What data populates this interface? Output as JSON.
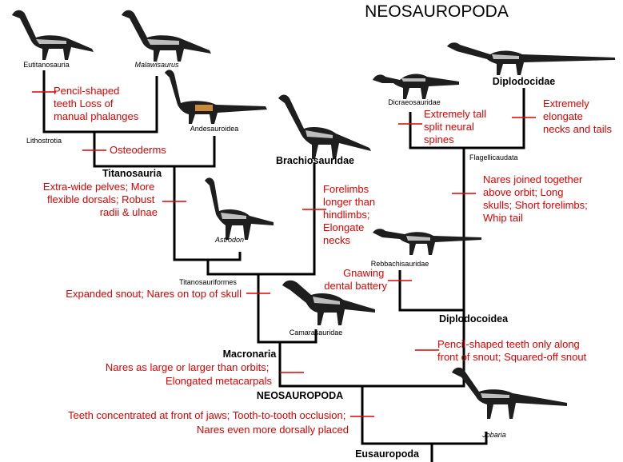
{
  "title": "NEOSAUROPODA",
  "taxa": {
    "eutitanosauria": "Eutitanosauria",
    "malawisaurus": "Malawisaurus",
    "andesauroidea": "Andesauroidea",
    "lithostrotia": "Lithostrotia",
    "titanosauria": "Titanosauria",
    "brachiosauridae": "Brachiosauridae",
    "astrodon": "Astrodon",
    "titanosauriformes": "Titanosauriformes",
    "camarasauridae": "Camarasauridae",
    "macronaria": "Macronaria",
    "neosauropoda": "NEOSAUROPODA",
    "eusauropoda": "Eusauropoda",
    "jobaria": "Jobaria",
    "dicraeosauridae": "Dicraeosauridae",
    "diplodocidae": "Diplodocidae",
    "flagellicaudata": "Flagellicaudata",
    "rebbachisauridae": "Rebbachisauridae",
    "diplodocoidea": "Diplodocoidea"
  },
  "notes": {
    "pencil_teeth": [
      "Pencil-shaped",
      "teeth Loss of",
      "manual phalanges"
    ],
    "osteoderms": [
      "Osteoderms"
    ],
    "titanosauria": [
      "Extra-wide pelves; More",
      "flexible dorsals; Robust",
      "radii & ulnae"
    ],
    "brachiosauridae": [
      "Forelimbs",
      "longer than",
      "hindlimbs;",
      "Elongate",
      "necks"
    ],
    "titanosauriformes": [
      "Expanded snout; Nares on top of skull"
    ],
    "macronaria": [
      "Nares as large or larger than orbits;",
      "Elongated metacarpals"
    ],
    "neosauropoda": [
      "Teeth concentrated at front of jaws; Tooth-to-tooth occlusion;",
      "Nares even more dorsally placed"
    ],
    "dicraeosauridae": [
      "Extremely tall",
      "split neural",
      "spines"
    ],
    "diplodocidae": [
      "Extremely",
      "elongate",
      "necks and tails"
    ],
    "flagellicaudata": [
      "Nares joined together",
      "above orbit; Long",
      "skulls; Short forelimbs;",
      "Whip tail"
    ],
    "rebbachisauridae": [
      "Gnawing",
      "dental battery"
    ],
    "diplodocoidea": [
      "Pencil-shaped teeth only along",
      "front of snout; Squared-off snout"
    ]
  }
}
